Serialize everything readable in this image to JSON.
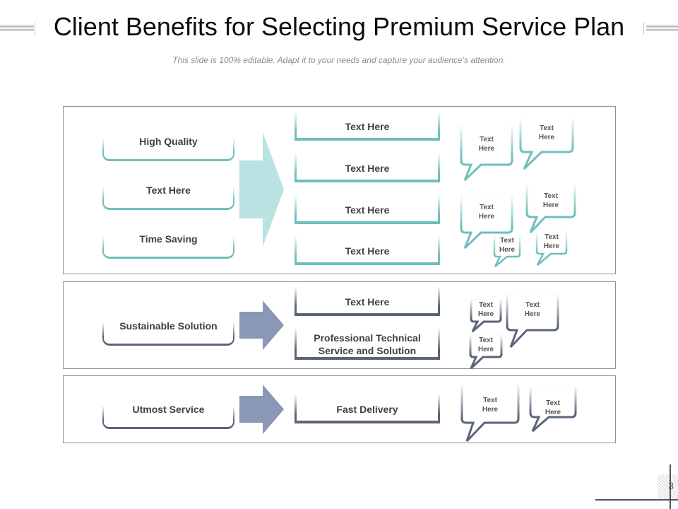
{
  "header": {
    "title": "Client Benefits for Selecting Premium Service Plan",
    "subtitle": "This slide is 100% editable. Adapt it to your needs and capture your audience's attention."
  },
  "colors": {
    "teal": "#6fbfbc",
    "teal_arrow": "#b9e2e3",
    "slate": "#5a6578",
    "slate_arrow": "#8a98b6"
  },
  "sections": [
    {
      "theme": "teal",
      "benefits": [
        "High Quality",
        "Text Here",
        "Time Saving"
      ],
      "items": [
        "Text Here",
        "Text Here",
        "Text Here",
        "Text Here"
      ],
      "bubbles": [
        "Text Here",
        "Text Here",
        "Text Here",
        "Text Here",
        "Text Here",
        "Text Here"
      ]
    },
    {
      "theme": "slate",
      "benefits": [
        "Sustainable Solution"
      ],
      "items": [
        "Text Here",
        "Professional Technical Service and Solution"
      ],
      "bubbles": [
        "Text Here",
        "Text Here",
        "Text Here"
      ]
    },
    {
      "theme": "slate",
      "benefits": [
        "Utmost Service"
      ],
      "items": [
        "Fast Delivery"
      ],
      "bubbles": [
        "Text Here",
        "Text Here"
      ]
    }
  ],
  "footer": {
    "page_number": "3"
  }
}
